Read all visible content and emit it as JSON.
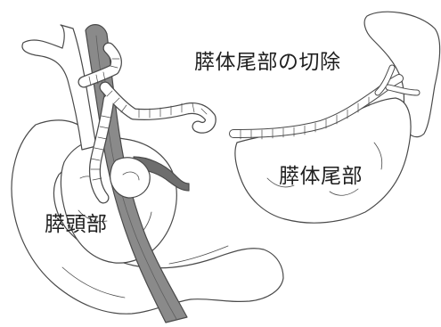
{
  "labels": {
    "resection": "膵体尾部の切除",
    "body_tail": "膵体尾部",
    "head": "膵頭部"
  },
  "colors": {
    "line": "#4a4a4a",
    "vessel": "#8a8a8a",
    "vessel_dark": "#6e6e6e",
    "tissue": "#ffffff",
    "background": "#ffffff"
  }
}
